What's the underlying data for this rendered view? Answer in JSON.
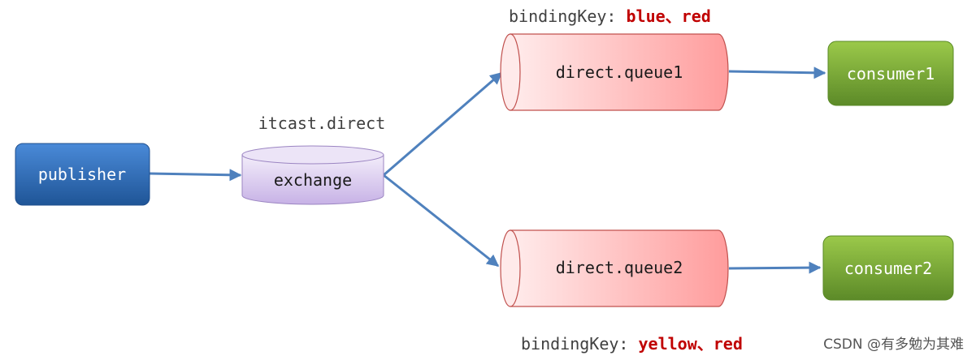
{
  "nodes": {
    "publisher": "publisher",
    "exchange": "exchange",
    "exchange_name": "itcast.direct",
    "queue1": "direct.queue1",
    "queue2": "direct.queue2",
    "consumer1": "consumer1",
    "consumer2": "consumer2"
  },
  "bindings": {
    "queue1": {
      "prefix": "bindingKey: ",
      "keys": "blue、red"
    },
    "queue2": {
      "prefix": "bindingKey: ",
      "keys": "yellow、red"
    }
  },
  "watermark": "CSDN @有多勉为其难",
  "colors": {
    "publisher": "#2e6cb8",
    "exchange": "#d9c9ef",
    "queue_fill": "#ffb3b3",
    "queue_stroke": "#c0504d",
    "consumer": "#77a53a",
    "arrow": "#4f81bd",
    "binding_key": "#c00000"
  }
}
